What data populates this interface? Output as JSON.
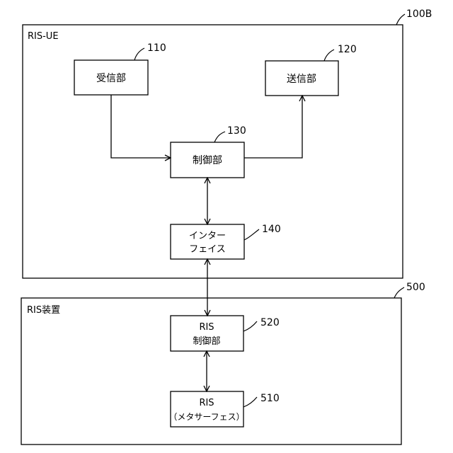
{
  "outer_frames": {
    "ue": {
      "ref": "100B",
      "label": "RIS-UE"
    },
    "ris": {
      "ref": "500",
      "label": "RIS装置"
    }
  },
  "blocks": {
    "receiver": {
      "ref": "110",
      "line1": "受信部"
    },
    "transmitter": {
      "ref": "120",
      "line1": "送信部"
    },
    "controller": {
      "ref": "130",
      "line1": "制御部"
    },
    "interface": {
      "ref": "140",
      "line1": "インター",
      "line2": "フェイス"
    },
    "ris_controller": {
      "ref": "520",
      "line1": "RIS",
      "line2": "制御部"
    },
    "ris_surface": {
      "ref": "510",
      "line1": "RIS",
      "line2": "（メタサーフェス）"
    }
  }
}
